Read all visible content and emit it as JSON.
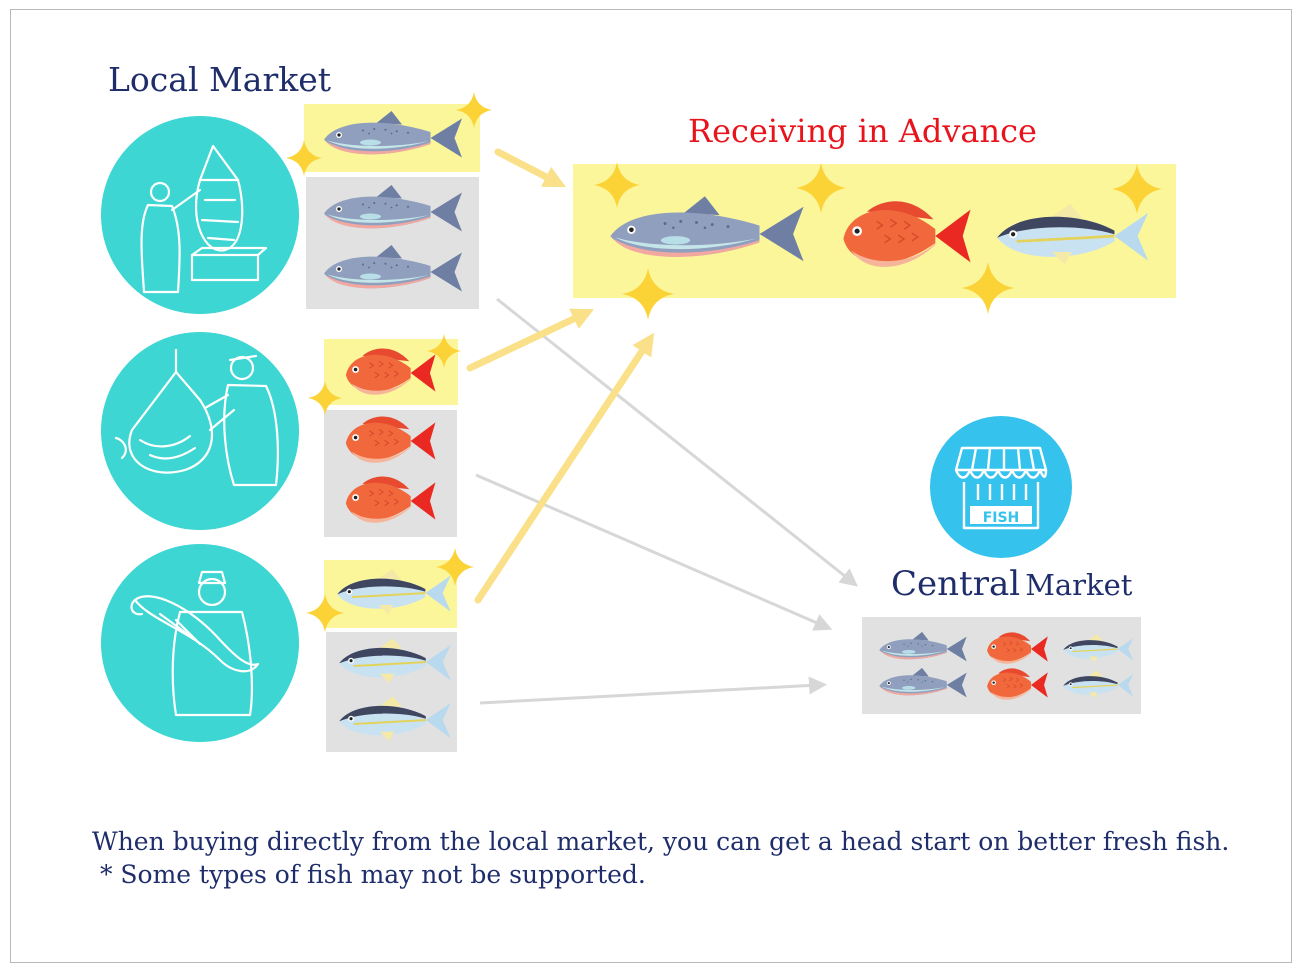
{
  "local_market": {
    "title": "Local Market"
  },
  "advance": {
    "title": "Receiving in Advance"
  },
  "central_market": {
    "title_part1": "Central",
    "title_part2": "Market",
    "sign_text": "FISH"
  },
  "caption": {
    "line1": "When buying directly from the local market, you can get a head start on better fresh fish.",
    "line2": " * Some types of fish may not be supported."
  },
  "colors": {
    "title_navy": "#1f2e6b",
    "advance_red": "#e8141c",
    "circle_teal": "#3dd6d3",
    "highlight_yellow": "#fbf69a",
    "box_gray": "#e1e1e1",
    "arrow_yellow": "#fbe08a",
    "arrow_gray": "#d7d7d7",
    "shop_blue": "#35c3ee",
    "salmon": "#8f9fbd",
    "sea_bream": "#f0683b",
    "yellowtail": "#b9d9ee"
  }
}
